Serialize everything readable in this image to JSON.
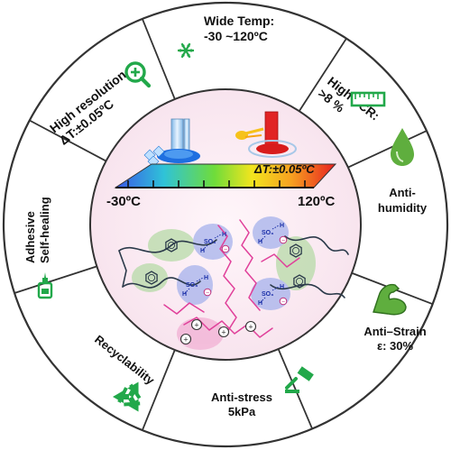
{
  "colors": {
    "green": "#22a84a",
    "ring_border": "#333333",
    "center_bg": "#fbeff5",
    "polymer_pink": "#e0409a",
    "polymer_dark": "#2b3a4a",
    "ion_blue": "#1b2fa8",
    "halo_green": "#a9d49a",
    "halo_blue": "#9aa6e6",
    "halo_pink": "#f0a8d0"
  },
  "segments": [
    {
      "id": "wide-temp",
      "icon": "snowflake-icon",
      "lines": [
        "Wide Temp:",
        "-30 ~120ºC"
      ]
    },
    {
      "id": "high-tcr",
      "icon": "ruler-icon",
      "lines": [
        "High TCR:",
        ">8 %"
      ]
    },
    {
      "id": "anti-humidity",
      "icon": "droplet-icon",
      "lines": [
        "Anti-",
        "humidity"
      ]
    },
    {
      "id": "anti-strain",
      "icon": "muscle-arm-icon",
      "lines": [
        "Anti–Strain",
        "ε: 30%"
      ]
    },
    {
      "id": "anti-stress",
      "icon": "gavel-icon",
      "lines": [
        "Anti-stress",
        "5kPa"
      ]
    },
    {
      "id": "recyclability",
      "icon": "recycle-icon",
      "lines": [
        "Recyclability"
      ]
    },
    {
      "id": "adhesive",
      "icon": "glue-bottle-icon",
      "lines": [
        "Adhesive",
        "Self-healing"
      ]
    },
    {
      "id": "high-resolution",
      "icon": "magnifier-plus-icon",
      "lines": [
        "High resolution",
        "ΔT:±0.05ºC"
      ]
    }
  ],
  "center": {
    "scale_min": "-30ºC",
    "scale_max": "120ºC",
    "delta_label": "ΔT:±0.05ºC"
  },
  "molecule": {
    "sulfonate": "SO₃",
    "hydrogen": "H",
    "charge_minus": "−",
    "charge_plus": "+"
  }
}
